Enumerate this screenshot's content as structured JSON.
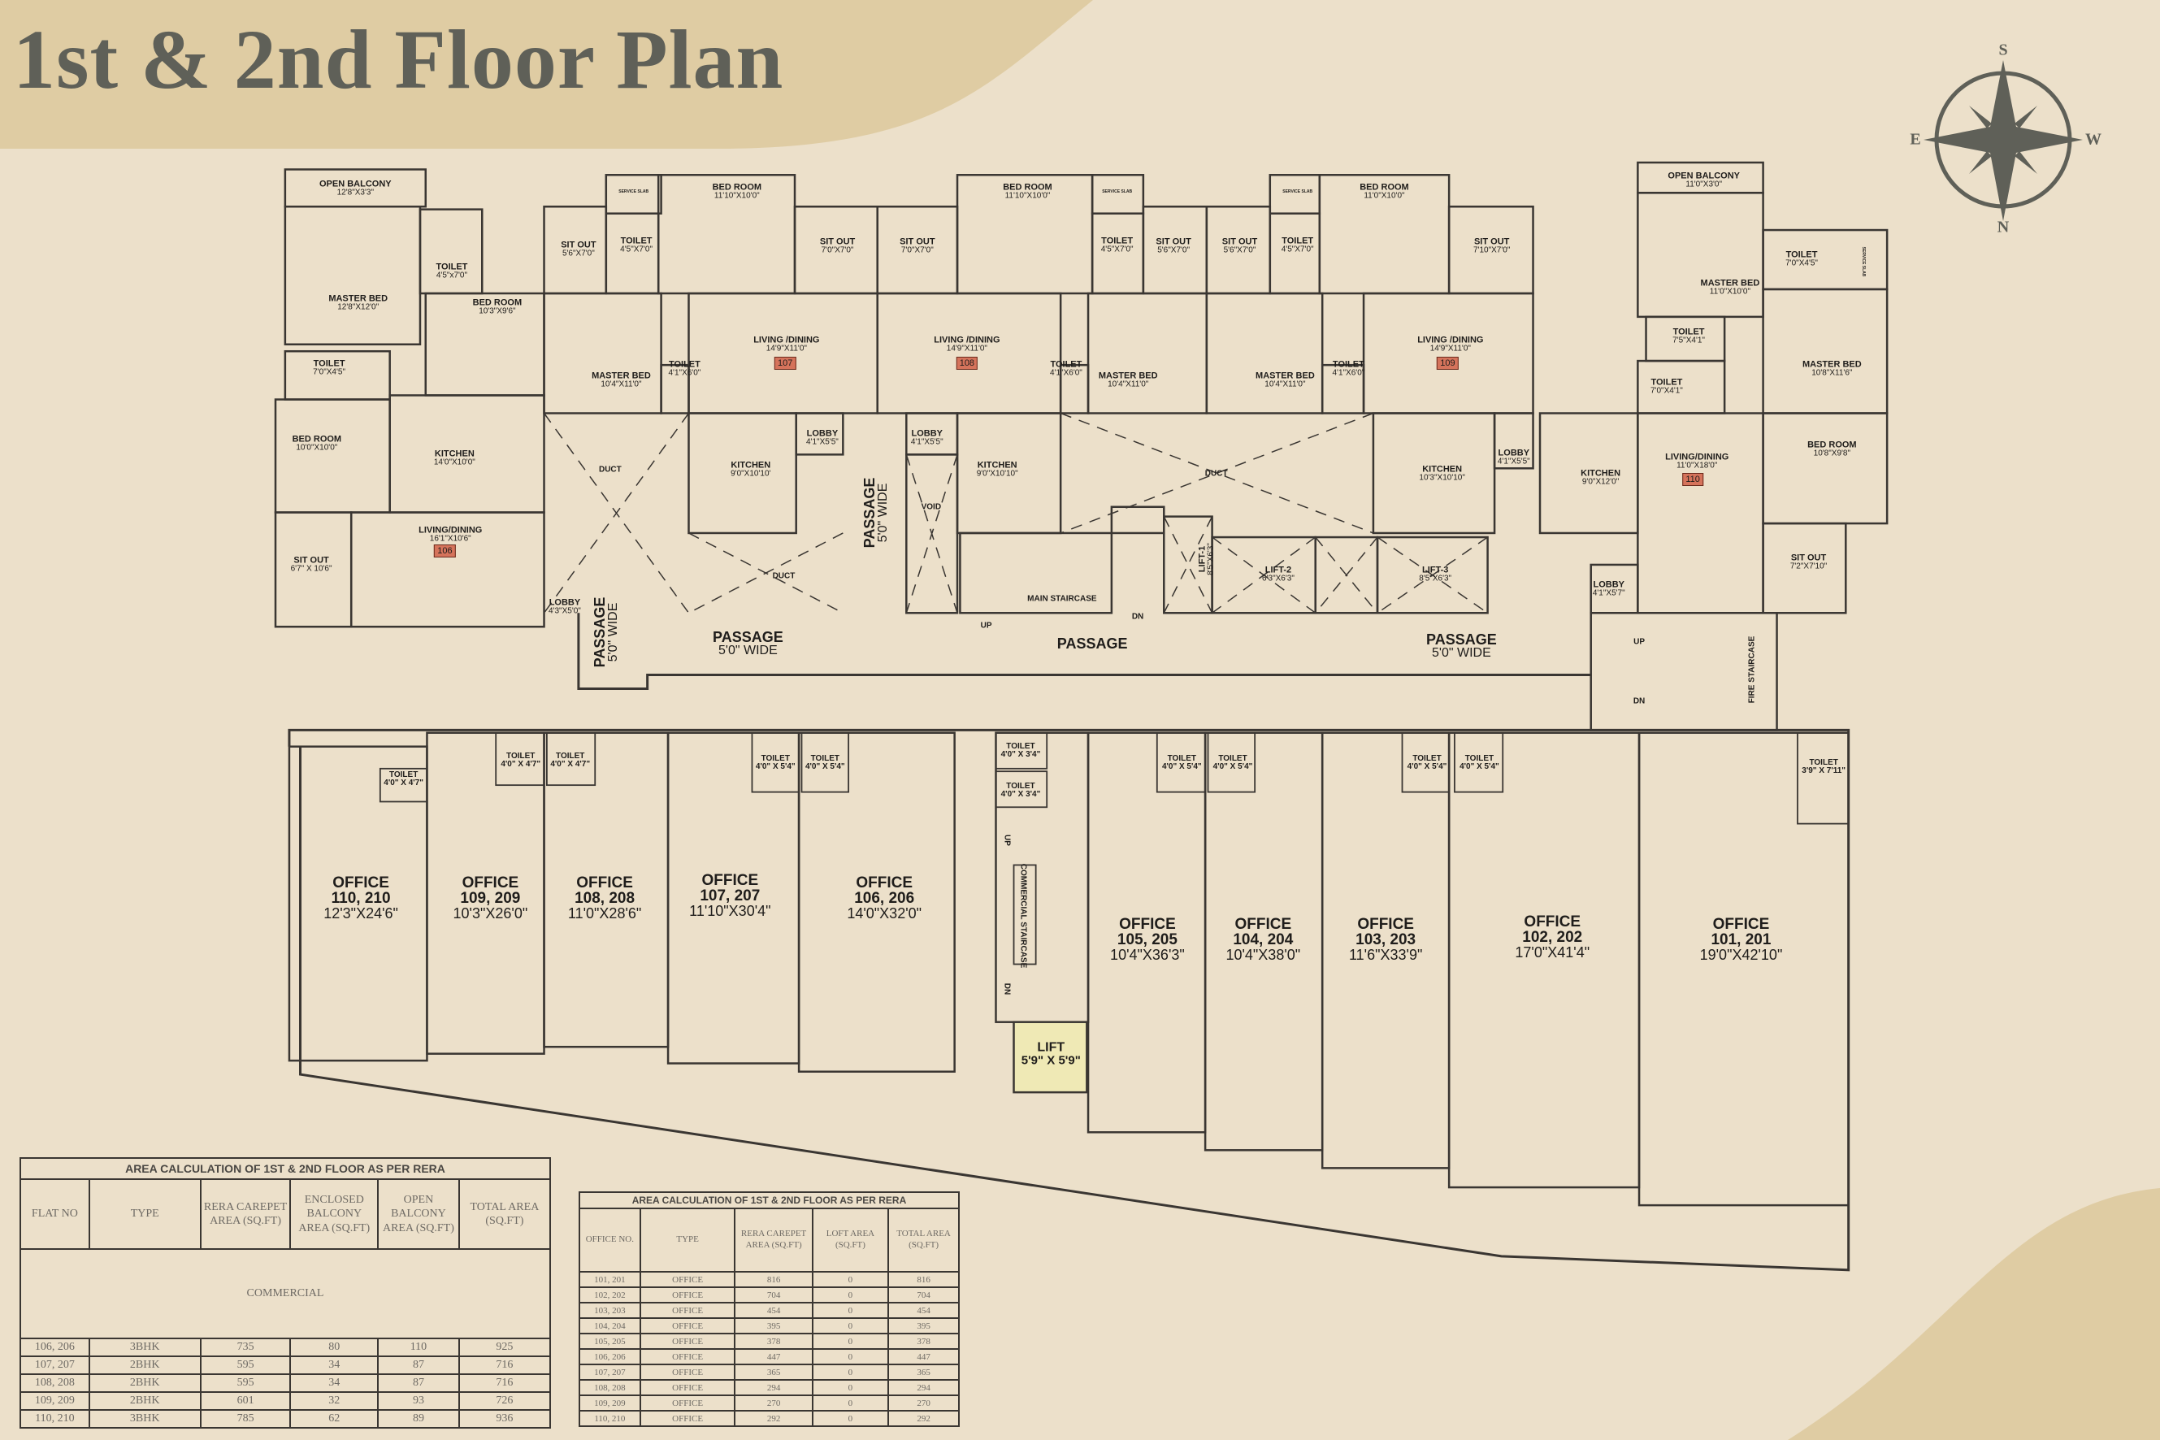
{
  "title": "1st & 2nd Floor Plan",
  "compass": {
    "top": "S",
    "bottom": "N",
    "left": "E",
    "right": "W"
  },
  "colors": {
    "background": "#ece0ca",
    "banner": "#dfcca3",
    "walls": "#3a3632",
    "badge": "#d5735b",
    "lift": "#efe9b5",
    "title": "#5f6058"
  },
  "rooms": [
    {
      "name": "OPEN BALCONY",
      "dims": "12'8\"X3'3\""
    },
    {
      "name": "MASTER BED",
      "dims": "12'8\"X12'0\""
    },
    {
      "name": "TOILET",
      "dims": "4'5\"x7'0\""
    },
    {
      "name": "BED ROOM",
      "dims": "10'3\"X9'6\""
    },
    {
      "name": "TOILET",
      "dims": "7'0\"X4'5\""
    },
    {
      "name": "BED ROOM",
      "dims": "10'0\"X10'0\""
    },
    {
      "name": "KITCHEN",
      "dims": "14'0\"X10'0\""
    },
    {
      "name": "LIVING/DINING",
      "dims": "16'1\"X10'6\""
    },
    {
      "name": "SIT OUT",
      "dims": "6'7\" X 10'6\""
    },
    {
      "name": "LOBBY",
      "dims": "4'3\"X5'0\""
    },
    {
      "name": "SIT OUT",
      "dims": "5'6\"X7'0\""
    },
    {
      "name": "TOILET",
      "dims": "4'5\"X7'0\""
    },
    {
      "name": "BED ROOM",
      "dims": "11'10\"X10'0\""
    },
    {
      "name": "SIT OUT",
      "dims": "7'0\"X7'0\""
    },
    {
      "name": "MASTER BED",
      "dims": "10'4\"X11'0\""
    },
    {
      "name": "TOILET",
      "dims": "4'1\"X6'0\""
    },
    {
      "name": "LIVING /DINING",
      "dims": "14'9\"X11'0\""
    },
    {
      "name": "KITCHEN",
      "dims": "9'0\"X10'10'"
    },
    {
      "name": "LOBBY",
      "dims": "4'1\"X5'5\""
    },
    {
      "name": "SIT OUT",
      "dims": "7'0\"X7'0\""
    },
    {
      "name": "BED ROOM",
      "dims": "11'10\"X10'0\""
    },
    {
      "name": "TOILET",
      "dims": "4'5\"X7'0\""
    },
    {
      "name": "SIT OUT",
      "dims": "5'6\"X7'0\""
    },
    {
      "name": "LIVING /DINING",
      "dims": "14'9\"X11'0\""
    },
    {
      "name": "TOILET",
      "dims": "4'1\"X6'0\""
    },
    {
      "name": "MASTER BED",
      "dims": "10'4\"X11'0\""
    },
    {
      "name": "KITCHEN",
      "dims": "9'0\"X10'10\""
    },
    {
      "name": "LOBBY",
      "dims": "4'1\"X5'5\""
    },
    {
      "name": "SIT OUT",
      "dims": "5'6\"X7'0\""
    },
    {
      "name": "TOILET",
      "dims": "4'5\"X7'0\""
    },
    {
      "name": "BED ROOM",
      "dims": "11'0\"X10'0\""
    },
    {
      "name": "SIT OUT",
      "dims": "7'10\"X7'0\""
    },
    {
      "name": "MASTER BED",
      "dims": "10'4\"X11'0\""
    },
    {
      "name": "TOILET",
      "dims": "4'1\"X6'0\""
    },
    {
      "name": "LIVING /DINING",
      "dims": "14'9\"X11'0\""
    },
    {
      "name": "KITCHEN",
      "dims": "10'3\"X10'10\""
    },
    {
      "name": "LOBBY",
      "dims": "4'1\"X5'5\""
    },
    {
      "name": "OPEN BALCONY",
      "dims": "11'0\"X3'0\""
    },
    {
      "name": "MASTER BED",
      "dims": "11'0\"X10'0\""
    },
    {
      "name": "TOILET",
      "dims": "7'0\"X4'5\""
    },
    {
      "name": "TOILET",
      "dims": "7'5\"X4'1\""
    },
    {
      "name": "TOILET",
      "dims": "7'0\"X4'1\""
    },
    {
      "name": "MASTER BED",
      "dims": "10'8\"X11'6\""
    },
    {
      "name": "BED ROOM",
      "dims": "10'8\"X9'8\""
    },
    {
      "name": "KITCHEN",
      "dims": "9'0\"X12'0\""
    },
    {
      "name": "LIVING/DINING",
      "dims": "11'0\"X18'0\""
    },
    {
      "name": "SIT OUT",
      "dims": "7'2\"X7'10\""
    },
    {
      "name": "LOBBY",
      "dims": "4'1\"X5'7\""
    },
    {
      "name": "LIFT-2",
      "dims": "6'3\"X6'3\""
    },
    {
      "name": "LIFT-3",
      "dims": "8'5\"X6'3\""
    },
    {
      "name": "LIFT-1",
      "dims": "8'5\"X6'3\""
    }
  ],
  "flat_badges": [
    "106",
    "107",
    "108",
    "109",
    "110"
  ],
  "misc_labels": [
    "DUCT",
    "DUCT",
    "DUCT",
    "VOID",
    "MAIN STAIRCASE",
    "UP",
    "DN",
    "FIRE STAIRCASE",
    "UP",
    "DN",
    "COMMERCIAL STAIRCASE",
    "UP",
    "DN",
    "SERVICE SLAB",
    "SERVICE SLAB",
    "SERVICE SLAB",
    "SERVICE SLAB"
  ],
  "passages": [
    {
      "name": "PASSAGE",
      "dims": "5'0\" WIDE"
    },
    {
      "name": "PASSAGE",
      "dims": ""
    },
    {
      "name": "PASSAGE",
      "dims": "5'0\" WIDE"
    },
    {
      "name": "PASSAGE",
      "dims": "5'0\" WIDE"
    },
    {
      "name": "PASSAGE",
      "dims": "5'0\" WIDE"
    }
  ],
  "offices": [
    {
      "name": "OFFICE",
      "no": "110, 210",
      "dims": "12'3\"X24'6\""
    },
    {
      "name": "OFFICE",
      "no": "109, 209",
      "dims": "10'3\"X26'0\""
    },
    {
      "name": "OFFICE",
      "no": "108, 208",
      "dims": "11'0\"X28'6\""
    },
    {
      "name": "OFFICE",
      "no": "107, 207",
      "dims": "11'10\"X30'4\""
    },
    {
      "name": "OFFICE",
      "no": "106, 206",
      "dims": "14'0\"X32'0\""
    },
    {
      "name": "OFFICE",
      "no": "105, 205",
      "dims": "10'4\"X36'3\""
    },
    {
      "name": "OFFICE",
      "no": "104, 204",
      "dims": "10'4\"X38'0\""
    },
    {
      "name": "OFFICE",
      "no": "103, 203",
      "dims": "11'6\"X33'9\""
    },
    {
      "name": "OFFICE",
      "no": "102, 202",
      "dims": "17'0\"X41'4\""
    },
    {
      "name": "OFFICE",
      "no": "101, 201",
      "dims": "19'0\"X42'10\""
    }
  ],
  "office_toilets": [
    {
      "name": "TOILET",
      "dims": "4'0\" X 4'7\""
    },
    {
      "name": "TOILET",
      "dims": "4'0\" X 4'7\""
    },
    {
      "name": "TOILET",
      "dims": "4'0\" X 4'7\""
    },
    {
      "name": "TOILET",
      "dims": "4'0\" X 5'4\""
    },
    {
      "name": "TOILET",
      "dims": "4'0\" X 5'4\""
    },
    {
      "name": "TOILET",
      "dims": "4'0\" X 3'4\""
    },
    {
      "name": "TOILET",
      "dims": "4'0\" X 3'4\""
    },
    {
      "name": "TOILET",
      "dims": "4'0\" X 5'4\""
    },
    {
      "name": "TOILET",
      "dims": "4'0\" X 5'4\""
    },
    {
      "name": "TOILET",
      "dims": "4'0\" X 5'4\""
    },
    {
      "name": "TOILET",
      "dims": "4'0\" X 5'4\""
    },
    {
      "name": "TOILET",
      "dims": "3'9\" X 7'11\""
    }
  ],
  "commercial_lift": {
    "name": "LIFT",
    "dims": "5'9\" X 5'9\""
  },
  "residential_table": {
    "title": "AREA CALCULATION OF 1ST & 2ND FLOOR AS PER RERA",
    "headers": [
      "FLAT NO",
      "TYPE",
      "RERA CAREPET AREA (SQ.FT)",
      "ENCLOSED BALCONY AREA (SQ.FT)",
      "OPEN BALCONY AREA (SQ.FT)",
      "TOTAL AREA (SQ.FT)"
    ],
    "commercial_label": "COMMERCIAL",
    "rows": [
      [
        "106, 206",
        "3BHK",
        "735",
        "80",
        "110",
        "925"
      ],
      [
        "107, 207",
        "2BHK",
        "595",
        "34",
        "87",
        "716"
      ],
      [
        "108, 208",
        "2BHK",
        "595",
        "34",
        "87",
        "716"
      ],
      [
        "109, 209",
        "2BHK",
        "601",
        "32",
        "93",
        "726"
      ],
      [
        "110, 210",
        "3BHK",
        "785",
        "62",
        "89",
        "936"
      ]
    ]
  },
  "office_table": {
    "title": "AREA CALCULATION OF 1ST & 2ND FLOOR AS PER RERA",
    "headers": [
      "OFFICE NO.",
      "TYPE",
      "RERA CAREPET AREA (SQ.FT)",
      "LOFT AREA (SQ.FT)",
      "TOTAL AREA (SQ.FT)"
    ],
    "rows": [
      [
        "101, 201",
        "OFFICE",
        "816",
        "0",
        "816"
      ],
      [
        "102, 202",
        "OFFICE",
        "704",
        "0",
        "704"
      ],
      [
        "103, 203",
        "OFFICE",
        "454",
        "0",
        "454"
      ],
      [
        "104, 204",
        "OFFICE",
        "395",
        "0",
        "395"
      ],
      [
        "105, 205",
        "OFFICE",
        "378",
        "0",
        "378"
      ],
      [
        "106, 206",
        "OFFICE",
        "447",
        "0",
        "447"
      ],
      [
        "107, 207",
        "OFFICE",
        "365",
        "0",
        "365"
      ],
      [
        "108, 208",
        "OFFICE",
        "294",
        "0",
        "294"
      ],
      [
        "109, 209",
        "OFFICE",
        "270",
        "0",
        "270"
      ],
      [
        "110, 210",
        "OFFICE",
        "292",
        "0",
        "292"
      ]
    ]
  }
}
